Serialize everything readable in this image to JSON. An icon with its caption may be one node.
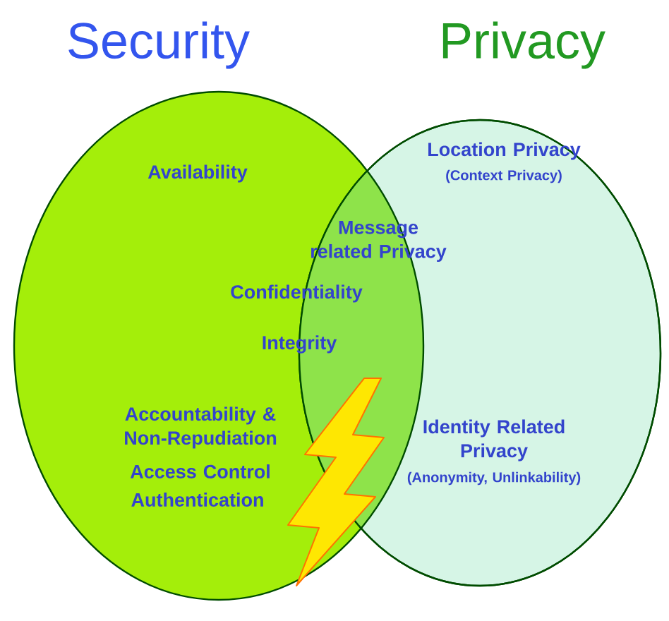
{
  "diagram": {
    "nodes": [
      {
        "text": [
          "Security",
          "Availability",
          "Accountability & Non-Repudiation",
          "Access Control",
          "Authentication"
        ]
      },
      {
        "text": [
          "Privacy",
          "Location Privacy",
          "(Context Privacy)",
          "Identity Related Privacy",
          "(Anonymity, Unlinkability)"
        ]
      }
    ],
    "edges": [],
    "labels": [
      "Message related Privacy",
      "Confidentiality",
      "Integrity"
    ]
  }
}
